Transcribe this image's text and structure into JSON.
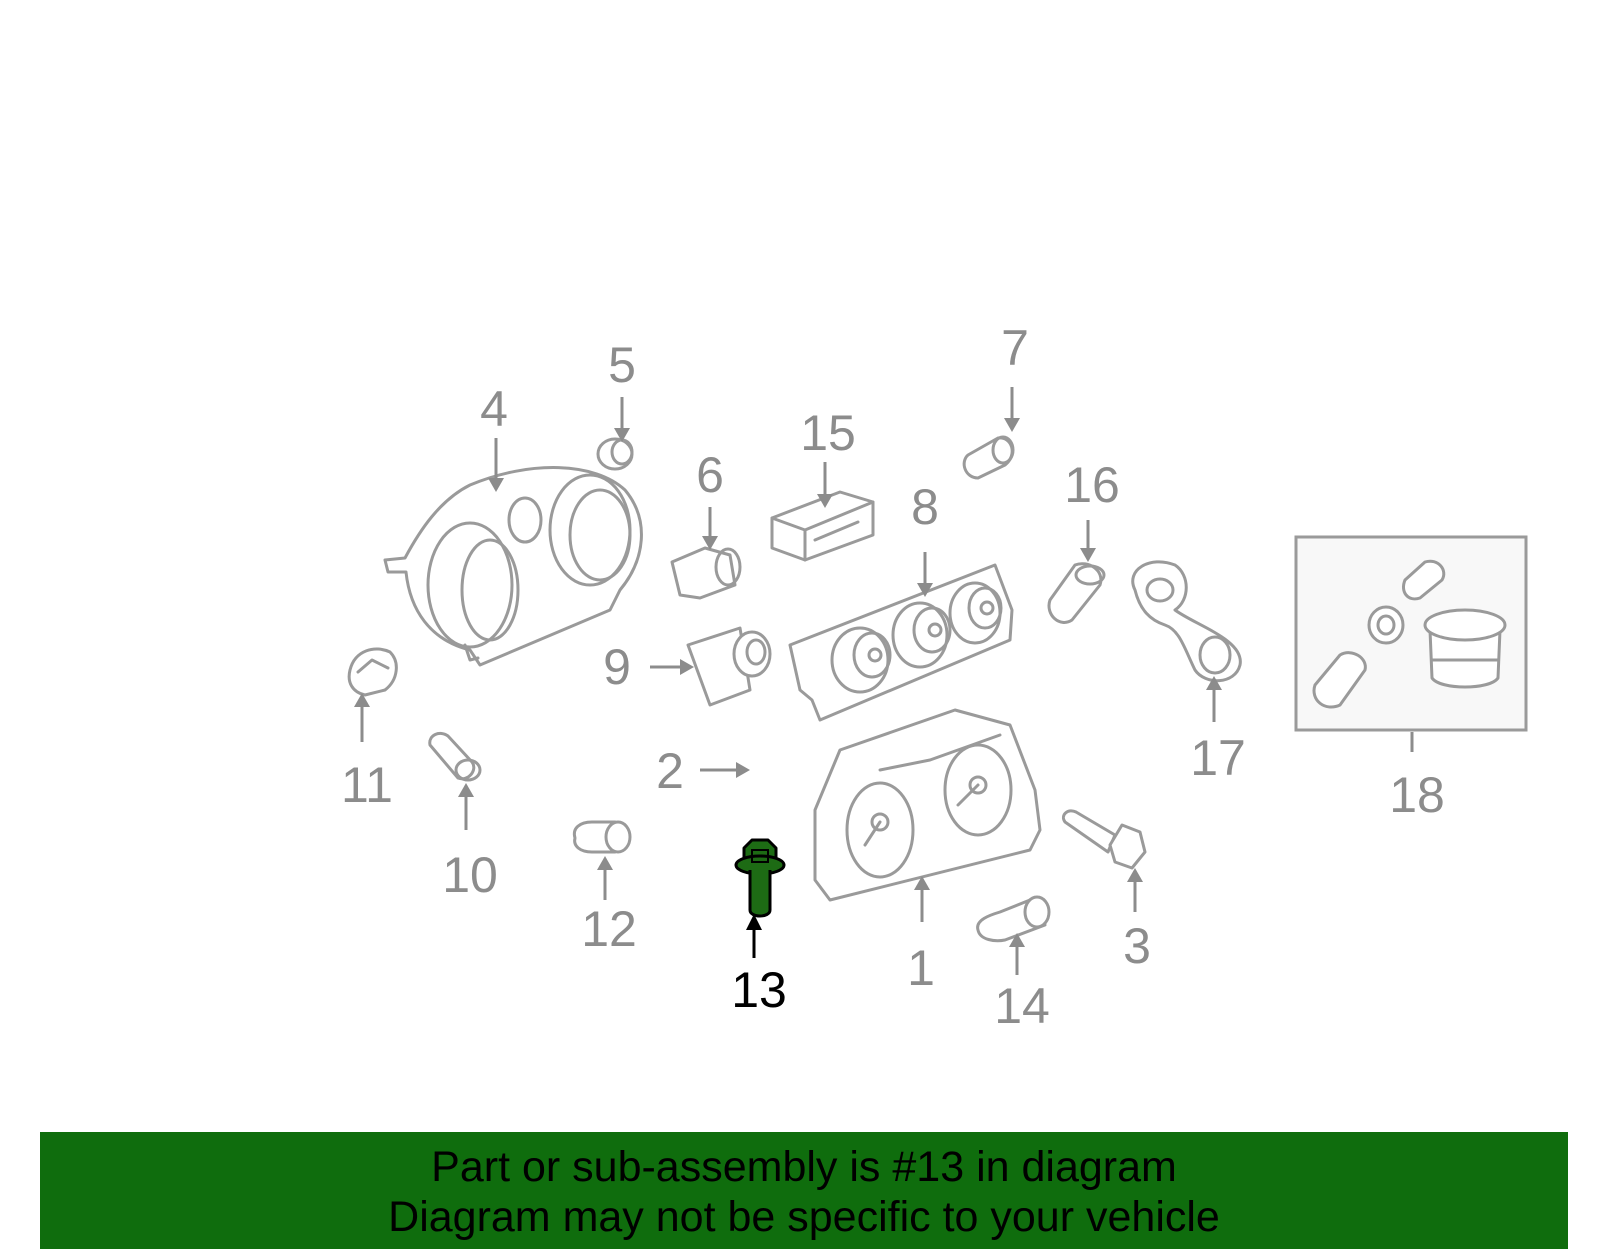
{
  "callouts": [
    {
      "id": "1",
      "label": "1"
    },
    {
      "id": "2",
      "label": "2"
    },
    {
      "id": "3",
      "label": "3"
    },
    {
      "id": "4",
      "label": "4"
    },
    {
      "id": "5",
      "label": "5"
    },
    {
      "id": "6",
      "label": "6"
    },
    {
      "id": "7",
      "label": "7"
    },
    {
      "id": "8",
      "label": "8"
    },
    {
      "id": "9",
      "label": "9"
    },
    {
      "id": "10",
      "label": "10"
    },
    {
      "id": "11",
      "label": "11"
    },
    {
      "id": "12",
      "label": "12"
    },
    {
      "id": "13",
      "label": "13"
    },
    {
      "id": "14",
      "label": "14"
    },
    {
      "id": "15",
      "label": "15"
    },
    {
      "id": "16",
      "label": "16"
    },
    {
      "id": "17",
      "label": "17"
    },
    {
      "id": "18",
      "label": "18"
    }
  ],
  "highlighted_part": "13",
  "colors": {
    "highlight_part": "#1d6b14",
    "banner_background": "#0f6d0d",
    "callout_gray": "#8c8c8c",
    "line_gray": "#9a9a9a"
  },
  "banner": {
    "line1": "Part or sub-assembly is #13 in diagram",
    "line2": "Diagram may not be specific to your vehicle"
  }
}
